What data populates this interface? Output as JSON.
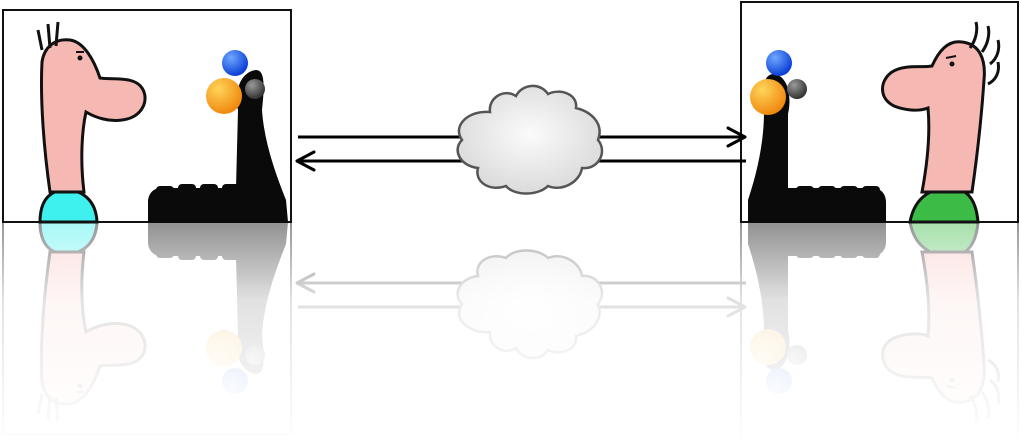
{
  "diagram": {
    "nodes": [
      {
        "id": "left-user",
        "icon": "person-at-joystick-icon",
        "skin": "#f6b8b2",
        "shirt": "#3ef0ee"
      },
      {
        "id": "network",
        "icon": "cloud-icon"
      },
      {
        "id": "right-user",
        "icon": "person-at-joystick-icon",
        "skin": "#f6b8b2",
        "shirt": "#3dbb47"
      }
    ],
    "edges": [
      {
        "from": "left-user",
        "to": "right-user",
        "style": "arrow"
      },
      {
        "from": "right-user",
        "to": "left-user",
        "style": "arrow"
      }
    ],
    "reflection": true
  },
  "colors": {
    "frame": "#000000",
    "ball_blue": "#1a4fe6",
    "ball_orange": "#f6a31a",
    "ball_gray": "#555555",
    "device": "#0a0a0a",
    "cloud": "#eaeaea"
  }
}
